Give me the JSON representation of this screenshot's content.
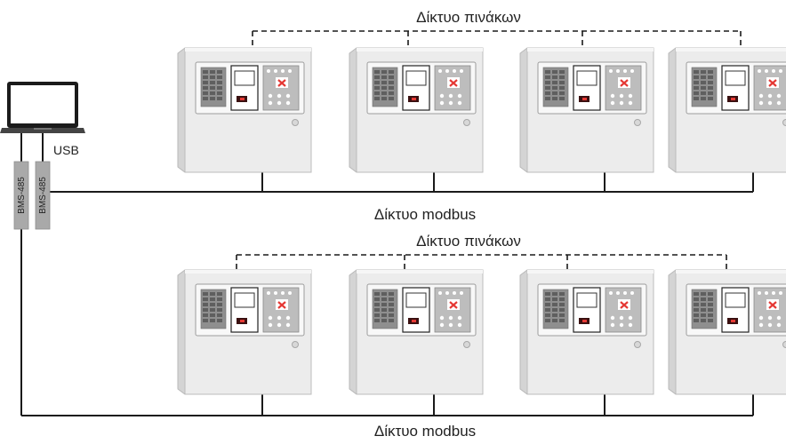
{
  "labels": {
    "panel_network": "Δίκτυο πινάκων",
    "modbus_network": "Δίκτυο modbus",
    "usb": "USB",
    "bms_converter": "BMS-485"
  },
  "networks": [
    {
      "panel_network_label": "Δίκτυο πινάκων",
      "modbus_label": "Δίκτυο modbus",
      "panel_count": 4
    },
    {
      "panel_network_label": "Δίκτυο πινάκων",
      "modbus_label": "Δίκτυο modbus",
      "panel_count": 4
    }
  ],
  "computer": {
    "type": "laptop",
    "usb_label": "USB"
  },
  "converters": [
    {
      "label": "BMS-485"
    },
    {
      "label": "BMS-485"
    }
  ],
  "colors": {
    "line": "#1a1a1a",
    "panel_body": "#e8e8e8",
    "panel_edge": "#bdbdbd",
    "converter": "#a9a9a9",
    "alarm_x": "#e53935"
  },
  "icons": {
    "panel": "fire-alarm-control-panel-icon",
    "computer": "laptop-icon",
    "converter": "bms-485-converter-icon"
  }
}
